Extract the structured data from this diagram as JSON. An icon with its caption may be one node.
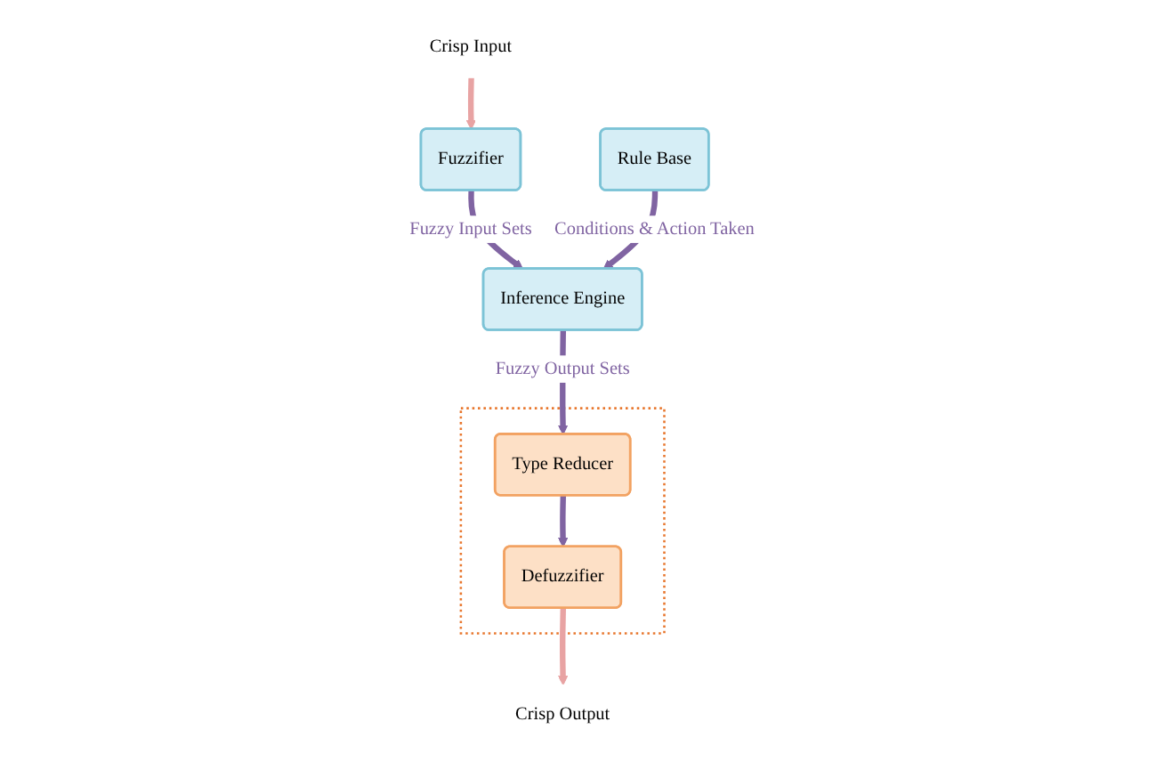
{
  "diagram": {
    "nodes": [
      {
        "text": [
          "Crisp Input"
        ]
      },
      {
        "text": [
          "Fuzzifier"
        ]
      },
      {
        "text": [],
        "shape": "box"
      },
      {
        "text": [
          "Defuzzifier"
        ],
        "in": 2
      },
      {
        "text": [
          "Crisp Output"
        ]
      },
      {
        "text": [
          "Type Reducer"
        ],
        "in": 2
      },
      {
        "text": [
          "Rule Base"
        ]
      },
      {
        "text": [
          "Inference Engine"
        ]
      }
    ],
    "edges": [
      {
        "from": 0,
        "to": 1,
        "arrow": "to",
        "color": "#e8a3a3"
      },
      {
        "from": 5,
        "to": 3,
        "arrow": "to"
      },
      {
        "from": 3,
        "to": 4,
        "arrow": "to",
        "color": "#e8a3a3"
      },
      {
        "from": 1,
        "to": 7,
        "label": "Fuzzy Input Sets",
        "arrow": "to"
      },
      {
        "from": 7,
        "to": 5,
        "label": "Fuzzy Output Sets",
        "arrow": "to"
      },
      {
        "from": 6,
        "to": 7,
        "label": "Conditions & Action Taken",
        "arrow": "to"
      }
    ]
  }
}
